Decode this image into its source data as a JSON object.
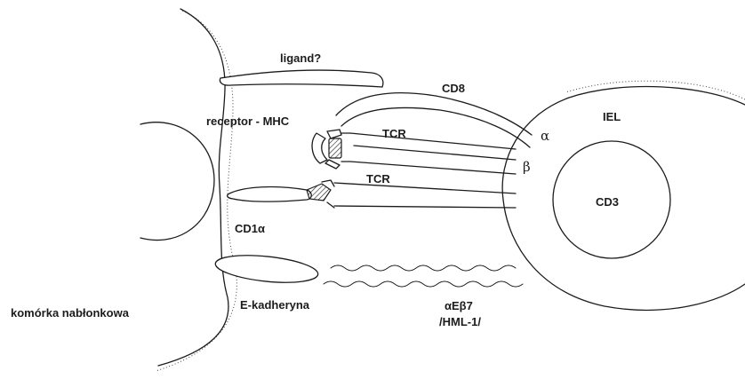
{
  "labels": {
    "ligand": "ligand?",
    "cd8": "CD8",
    "receptor_mhc": "receptor - MHC",
    "tcr_top": "TCR",
    "tcr_bottom": "TCR",
    "alpha": "α",
    "beta": "β",
    "iel": "IEL",
    "cd3": "CD3",
    "cd1a": "CD1α",
    "e_kadheryna": "E-kadheryna",
    "integrin_line1": "αEβ7",
    "integrin_line2": "/HML-1/",
    "epithelial_cell": "komórka nabłonkowa"
  },
  "colors": {
    "ink": "#1c1c1c",
    "background": "#ffffff"
  }
}
